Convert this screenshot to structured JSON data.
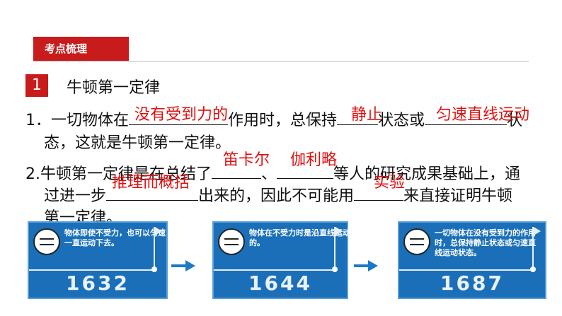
{
  "banner": {
    "label": "考点梳理"
  },
  "section": {
    "number": "1",
    "title": "牛顿第一定律"
  },
  "q1": {
    "p1": "1．一切物体在",
    "p2": "作用时，总保持",
    "p3": "状态或",
    "p4": "状",
    "p5": "态，这就是牛顿第一定律。",
    "answers": [
      "没有受到力的",
      "静止",
      "匀速直线运动"
    ]
  },
  "q2": {
    "p1": "2.牛顿第一定律是在总结了",
    "p2": "、",
    "p3": "等人的研究成果基础上，通",
    "p4": "过进一步",
    "p5": "出来的，因此不可能用",
    "p6": "来直接证明牛顿",
    "p7": "第一定律。",
    "answers": [
      "笛卡尔",
      "伽利略",
      "推理而概括",
      "实验"
    ]
  },
  "timeline": [
    {
      "quote": "物体即使不受力，也可以匀速一直运动下去。",
      "year": "1632"
    },
    {
      "quote": "物体在不受力时是沿直线运动的。",
      "year": "1644"
    },
    {
      "quote": "一切物体在没有受到力的作用时，总保持静止状态或匀速直线运动状态。",
      "year": "1687"
    }
  ],
  "colors": {
    "accent": "#c81b1b",
    "answer": "#e01010",
    "card": "#1a6fb8"
  }
}
